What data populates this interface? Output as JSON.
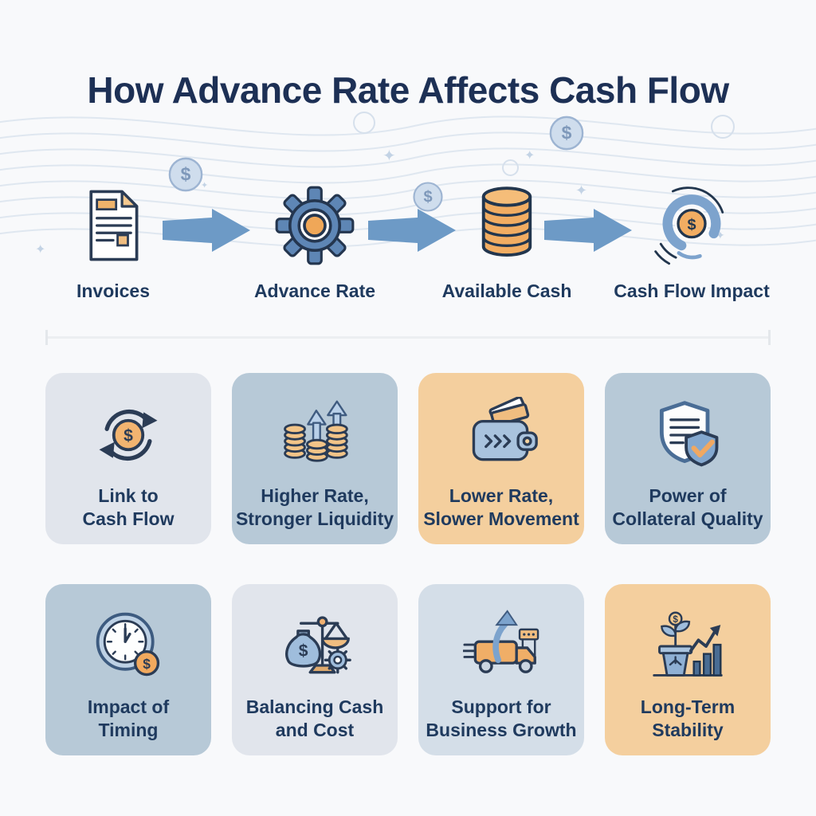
{
  "title": "How Advance Rate Affects Cash Flow",
  "symbols": {
    "dollar": "$",
    "sparkle": "✦"
  },
  "colors": {
    "title_navy": "#1d3055",
    "label_navy": "#1f3a5e",
    "arrow_blue": "#6d9ac6",
    "gear_blue": "#5e86b5",
    "coin_orange": "#f2ad62",
    "wave_line": "#dfe7f0",
    "card_light": "#e1e5ec",
    "card_blue": "#b7c9d7",
    "card_orange": "#f4cf9e",
    "card_lightblue": "#d4dee8"
  },
  "flow": {
    "steps": [
      {
        "label": "Invoices",
        "icon": "invoice-document-icon"
      },
      {
        "label": "Advance Rate",
        "icon": "advance-rate-gear-icon"
      },
      {
        "label": "Available Cash",
        "icon": "coin-stack-icon"
      },
      {
        "label": "Cash Flow Impact",
        "icon": "cash-flow-cycle-icon"
      }
    ]
  },
  "cards": [
    {
      "line1": "Link to",
      "line2": "Cash Flow",
      "icon": "cycle-dollar-icon",
      "theme": "light"
    },
    {
      "line1": "Higher Rate,",
      "line2": "Stronger Liquidity",
      "icon": "coins-growth-icon",
      "theme": "blue"
    },
    {
      "line1": "Lower Rate,",
      "line2": "Slower Movement",
      "icon": "wallet-icon",
      "theme": "orange"
    },
    {
      "line1": "Power of",
      "line2": "Collateral Quality",
      "icon": "shield-check-icon",
      "theme": "blue"
    },
    {
      "line1": "Impact of",
      "line2": "Timing",
      "icon": "clock-dollar-icon",
      "theme": "blue"
    },
    {
      "line1": "Balancing Cash",
      "line2": "and Cost",
      "icon": "scale-moneybag-icon",
      "theme": "light"
    },
    {
      "line1": "Support for",
      "line2": "Business Growth",
      "icon": "truck-growth-icon",
      "theme": "lightblue"
    },
    {
      "line1": "Long-Term",
      "line2": "Stability",
      "icon": "plant-chart-icon",
      "theme": "orange"
    }
  ]
}
